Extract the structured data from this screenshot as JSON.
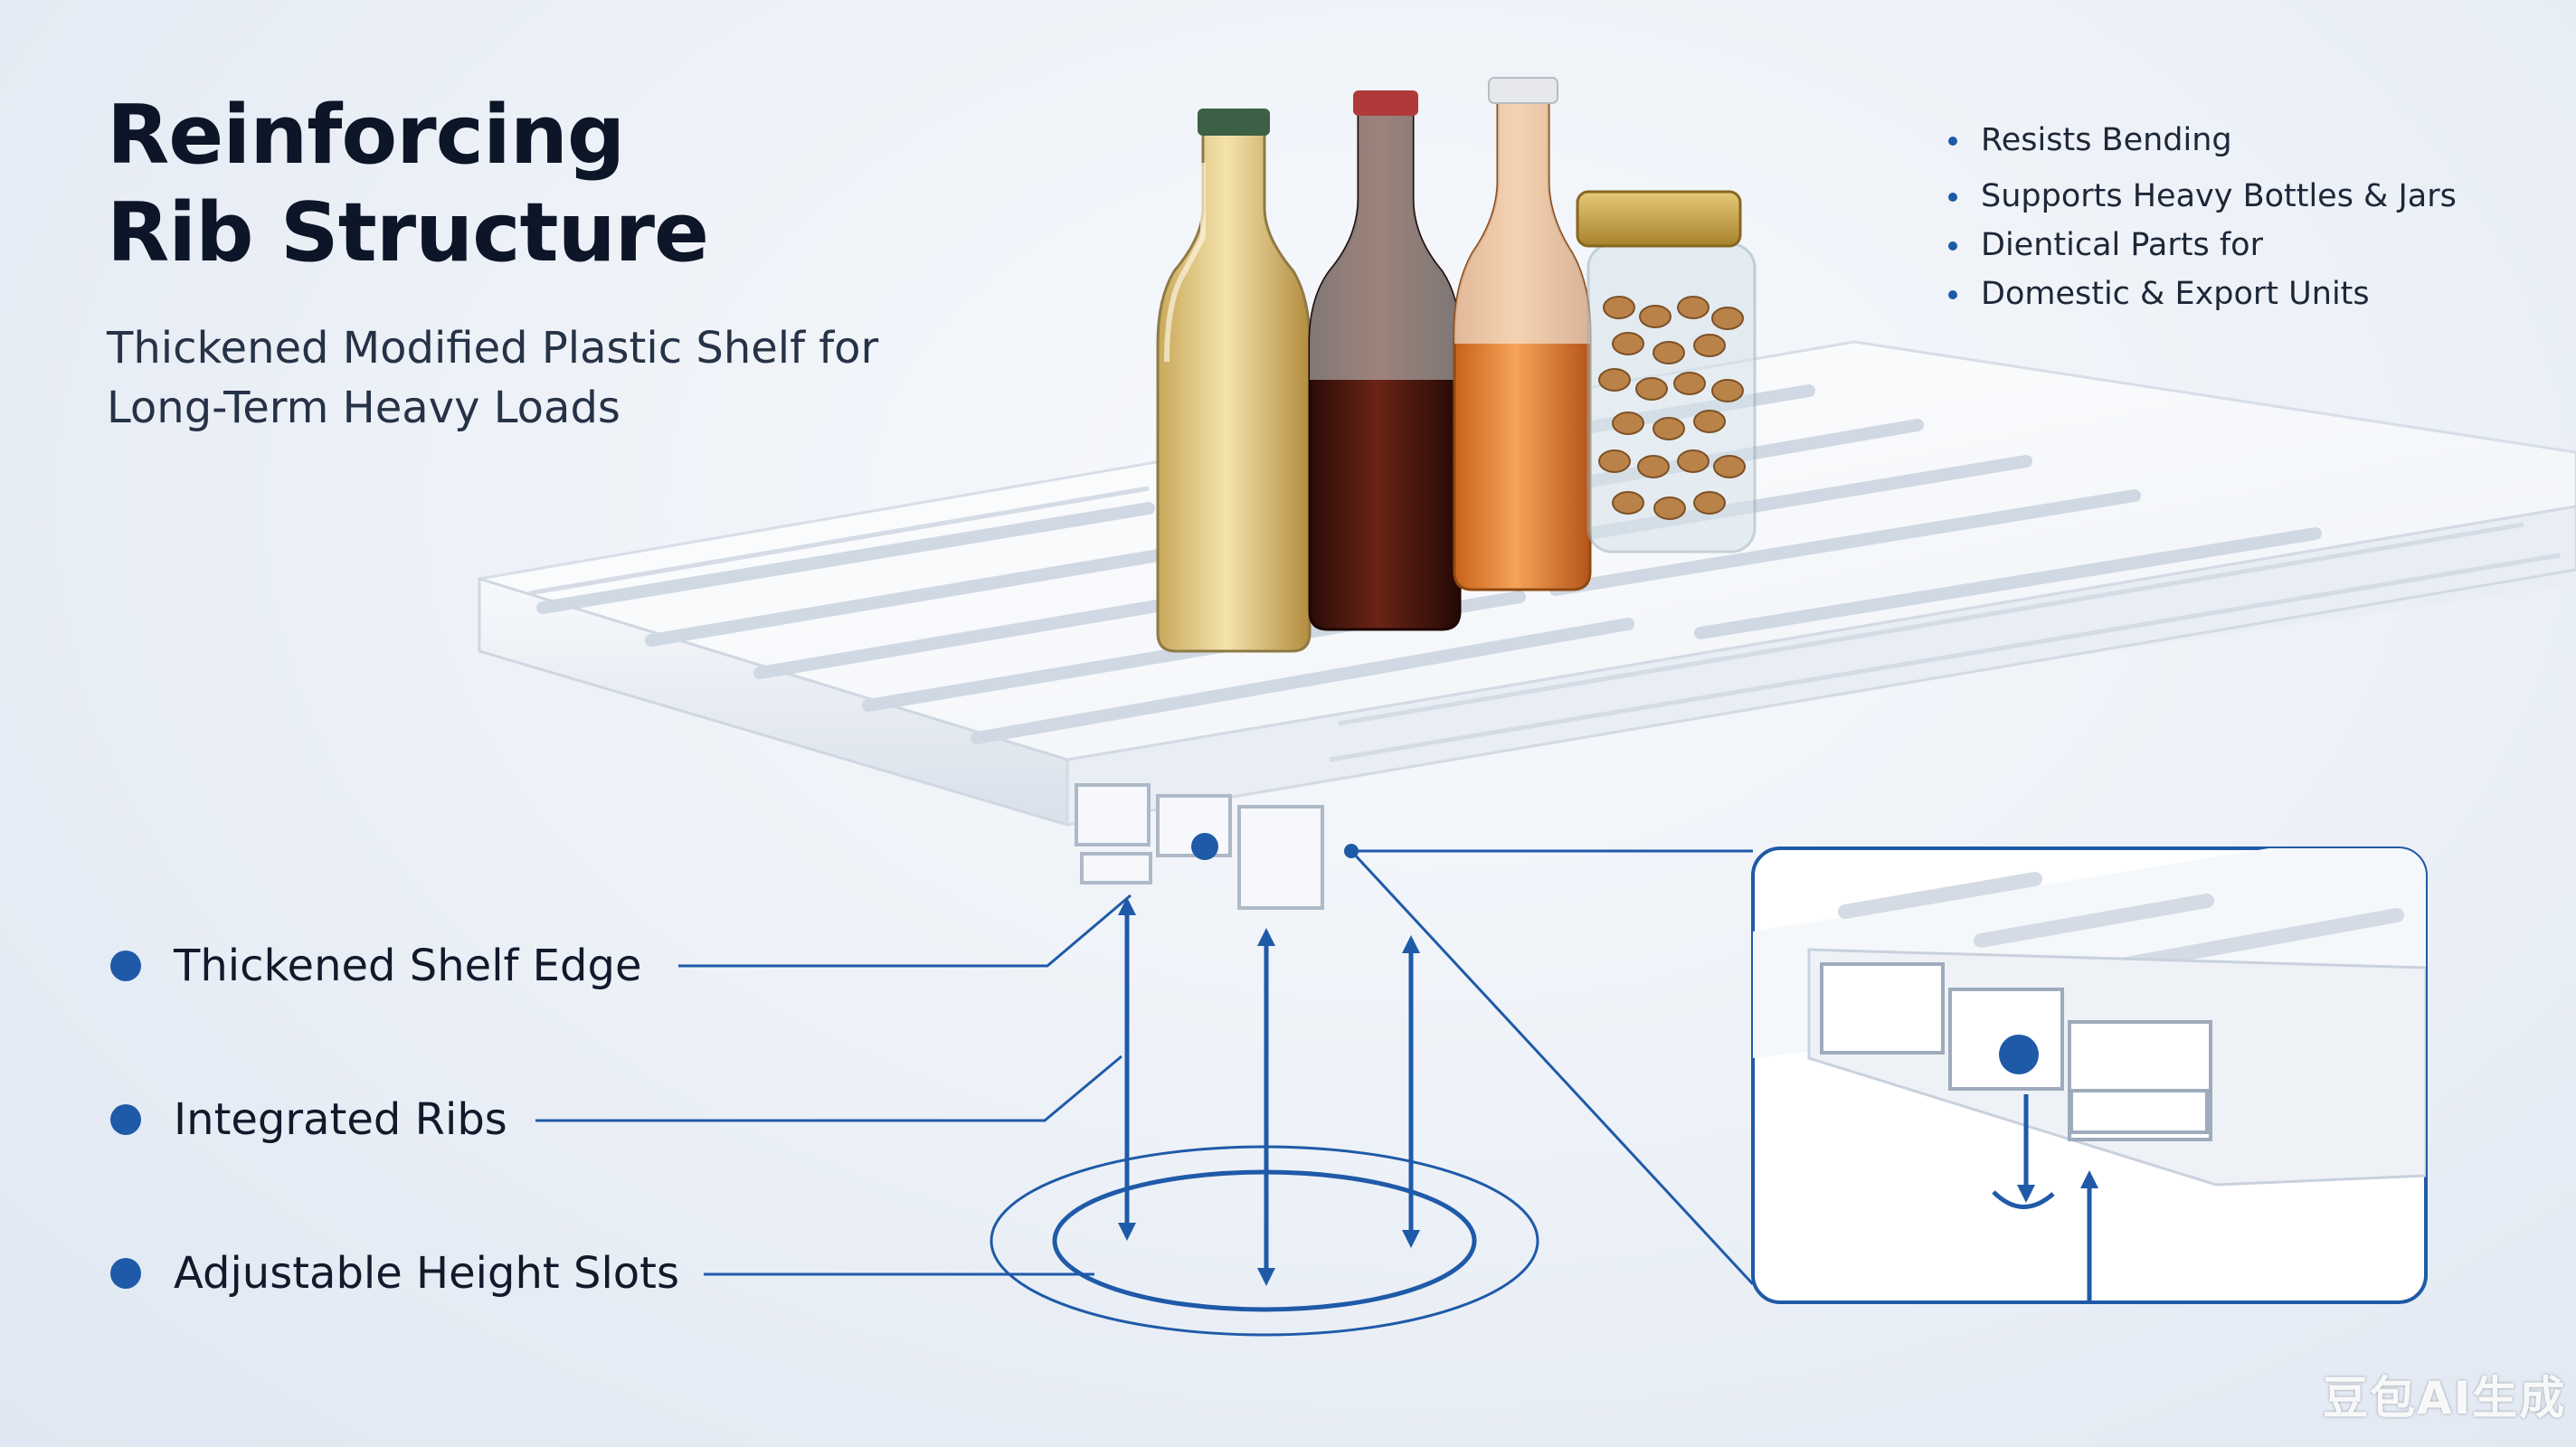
{
  "heading": {
    "line1": "Reinforcing",
    "line2": "Rib Structure"
  },
  "subheading": {
    "line1": "Thickened Modified Plastic Shelf for",
    "line2": "Long-Term Heavy Loads"
  },
  "features": [
    "Resists Bending",
    "Supports Heavy Bottles & Jars",
    "Dientical Parts for",
    "Domestic & Export Units"
  ],
  "callouts": {
    "edge": "Thickened Shelf Edge",
    "ribs": "Integrated Ribs",
    "slots": "Adjustable Height Slots"
  },
  "watermark": "豆包AI生成",
  "colors": {
    "accent": "#1f5aa8",
    "heading": "#0d1628",
    "background": "#eef2f8",
    "shelf": "#ffffff"
  },
  "icons": {
    "arrows": "blue-up-down-arrows",
    "rotation": "blue-ellipse-rotation"
  }
}
